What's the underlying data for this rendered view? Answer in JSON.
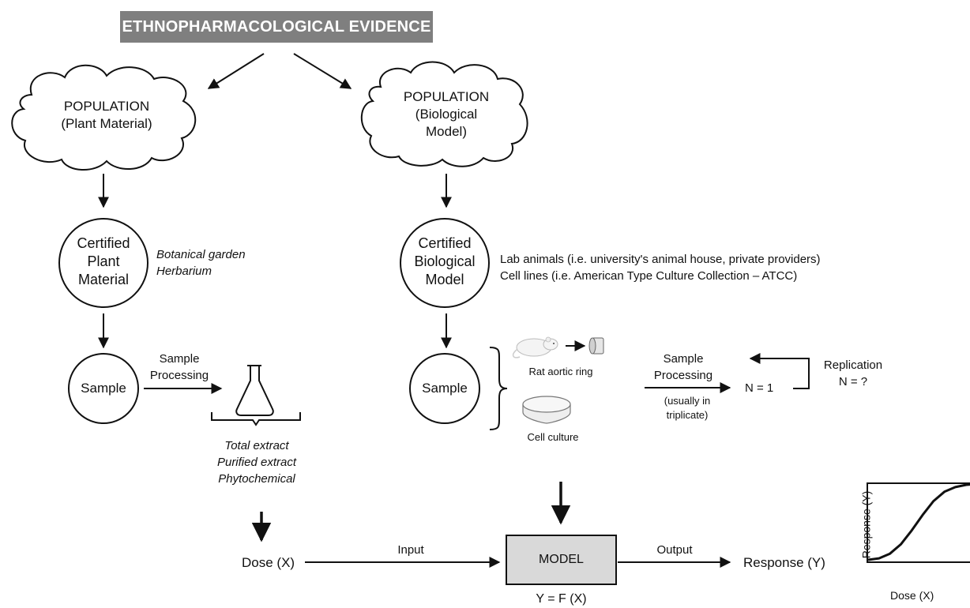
{
  "header": {
    "title": "ETHNOPHARMACOLOGICAL EVIDENCE"
  },
  "left": {
    "population": [
      "POPULATION",
      "(Plant Material)"
    ],
    "certified": [
      "Certified",
      "Plant",
      "Material"
    ],
    "sources": [
      "Botanical garden",
      "Herbarium"
    ],
    "sample": "Sample",
    "processing": [
      "Sample",
      "Processing"
    ],
    "extracts": [
      "Total extract",
      "Purified extract",
      "Phytochemical"
    ]
  },
  "right": {
    "population": [
      "POPULATION",
      "(Biological",
      "Model)"
    ],
    "certified": [
      "Certified",
      "Biological",
      "Model"
    ],
    "sources": [
      "Lab animals (i.e. university's animal house, private providers)",
      "Cell lines (i.e. American Type Culture Collection – ATCC)"
    ],
    "sample": "Sample",
    "rat_label": "Rat aortic ring",
    "cell_label": "Cell culture",
    "processing": [
      "Sample",
      "Processing"
    ],
    "processing_note": [
      "(usually in",
      "triplicate)"
    ],
    "n_equals": "N = 1",
    "replication": [
      "Replication",
      "N = ?"
    ]
  },
  "bottom": {
    "dose": "Dose (X)",
    "input_label": "Input",
    "model": "MODEL",
    "formula": "Y = F (X)",
    "output_label": "Output",
    "response": "Response (Y)"
  },
  "chart_data": {
    "type": "line",
    "title": "",
    "xlabel": "Dose (X)",
    "ylabel": "Response (Y)",
    "shape": "sigmoidal dose-response curve",
    "series": [
      {
        "x": [
          0,
          0.1,
          0.2,
          0.3,
          0.4,
          0.5,
          0.6,
          0.7,
          0.8,
          0.9,
          1.0
        ],
        "values": [
          0.02,
          0.04,
          0.1,
          0.22,
          0.4,
          0.6,
          0.78,
          0.9,
          0.96,
          0.99,
          1.0
        ]
      }
    ],
    "xlim": [
      0,
      1
    ],
    "ylim": [
      0,
      1
    ],
    "grid": false
  }
}
